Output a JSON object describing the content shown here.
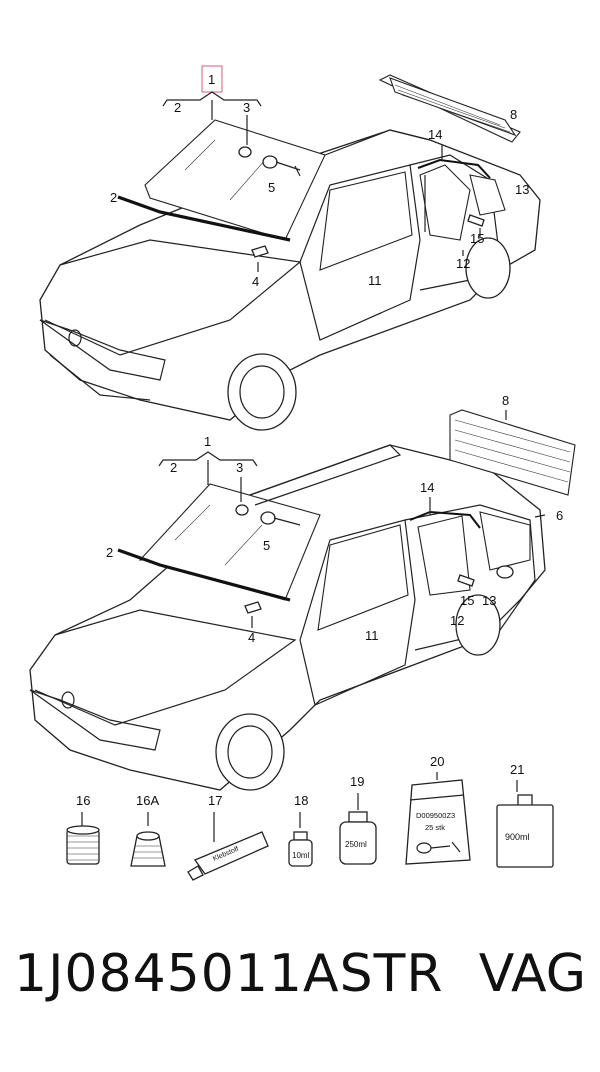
{
  "highlight_color": "#e07a8a",
  "callouts": {
    "c1_top": "1",
    "c2a_top": "2",
    "c3_top": "3",
    "c2b_top": "2",
    "c5_top": "5",
    "c4_top": "4",
    "c8_top": "8",
    "c14_top": "14",
    "c13_top": "13",
    "c15_top": "15",
    "c12_top": "12",
    "c11_top": "11",
    "c1_bot": "1",
    "c2a_bot": "2",
    "c3_bot": "3",
    "c2b_bot": "2",
    "c5_bot": "5",
    "c4_bot": "4",
    "c8_bot": "8",
    "c14_bot": "14",
    "c6_bot": "6",
    "c15_bot": "15",
    "c13_bot": "13",
    "c12_bot": "12",
    "c11_bot": "11",
    "c16": "16",
    "c16A": "16A",
    "c17": "17",
    "c18": "18",
    "c19": "19",
    "c20": "20",
    "c21": "21"
  },
  "product_labels": {
    "tube": "Klebstoff",
    "bottle_small": "10ml",
    "bottle_medium": "250ml",
    "bag_code": "D009500Z3",
    "bag_qty": "25 stk",
    "can": "900ml"
  },
  "footer": {
    "part_number": "1J0845011ASTR",
    "brand": "VAG"
  }
}
